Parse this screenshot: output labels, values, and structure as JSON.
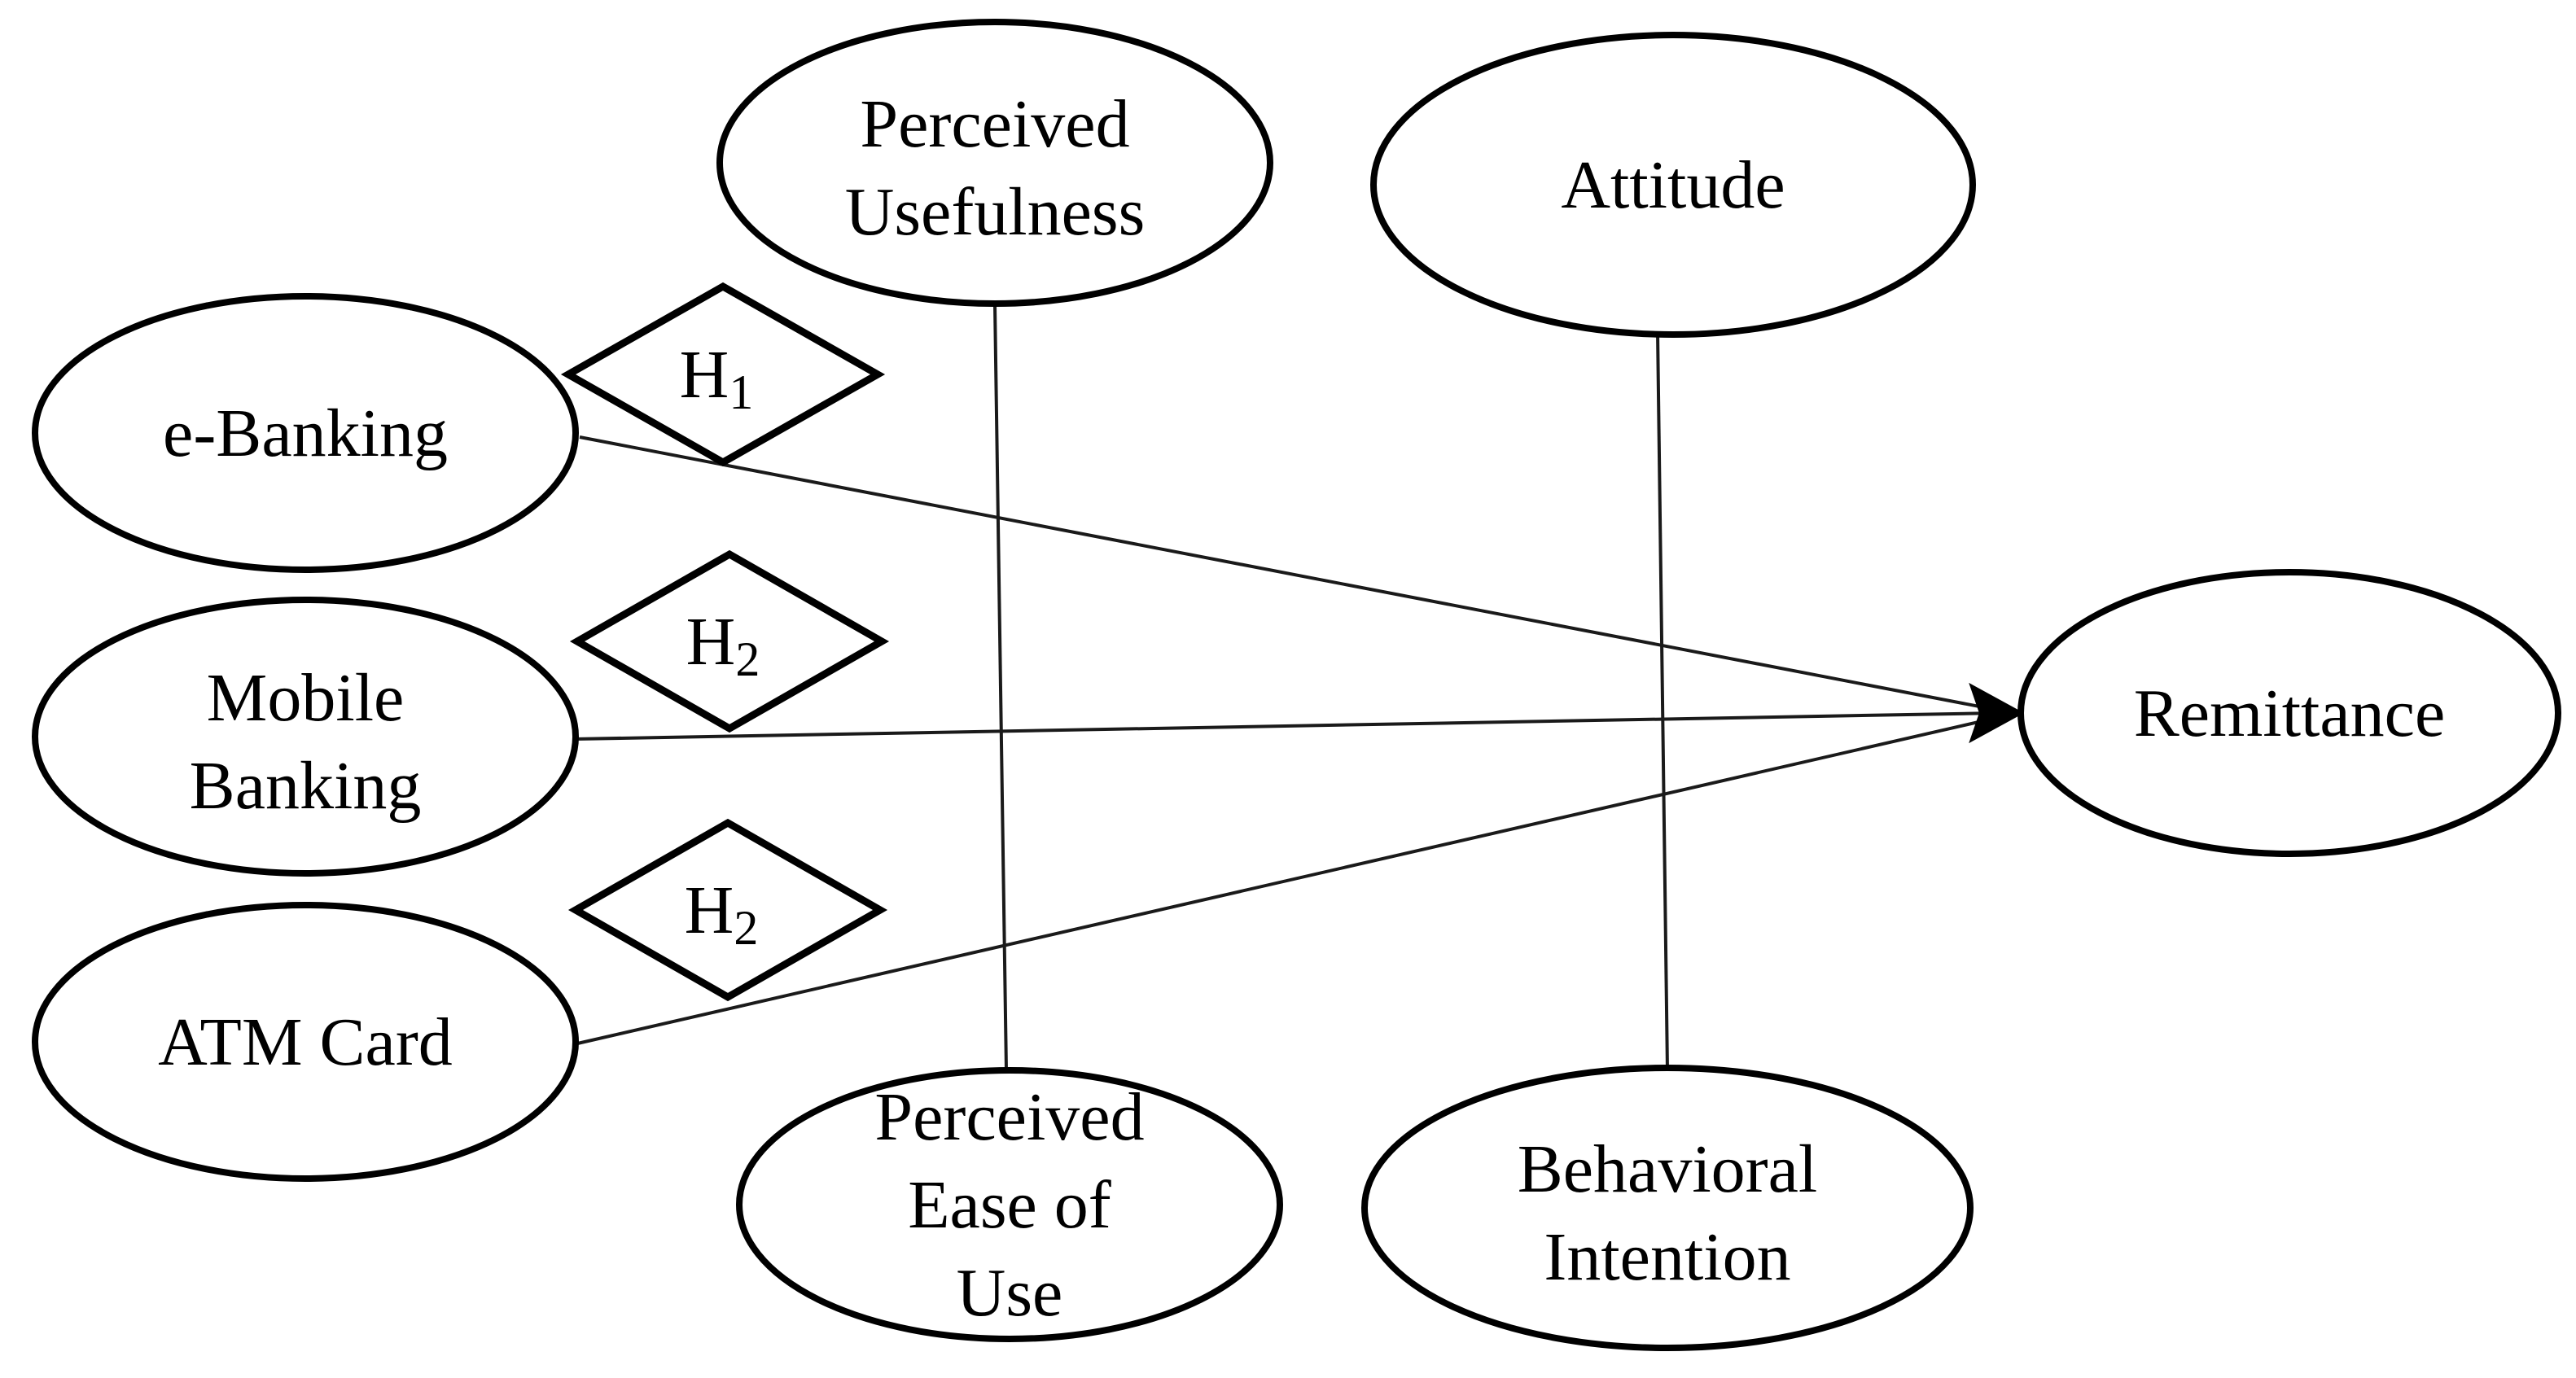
{
  "figure": {
    "description": "Conceptual research model diagram linking banking channels to Remittance with hypothesis diamonds",
    "background": "#ffffff",
    "ink": "#000000"
  },
  "nodes": {
    "perceived_usefulness": {
      "lines": [
        "Perceived",
        "Usefulness"
      ]
    },
    "attitude": {
      "lines": [
        "Attitude"
      ]
    },
    "e_banking": {
      "lines": [
        "e-Banking"
      ]
    },
    "mobile_banking": {
      "lines": [
        "Mobile",
        "Banking"
      ]
    },
    "atm_card": {
      "lines": [
        "ATM Card"
      ]
    },
    "remittance": {
      "lines": [
        "Remittance"
      ]
    },
    "perceived_ease_of_use": {
      "lines": [
        "Perceived",
        "Ease of",
        "Use"
      ]
    },
    "behavioral_intention": {
      "lines": [
        "Behavioral",
        "Intention"
      ]
    }
  },
  "hypotheses": {
    "h1": {
      "base": "H",
      "sub": "1"
    },
    "h2_top": {
      "base": "H",
      "sub": "2"
    },
    "h2_bottom": {
      "base": "H",
      "sub": "2"
    }
  },
  "edges": [
    {
      "from": "e-Banking",
      "to": "Remittance",
      "label": "H1",
      "arrowhead": true
    },
    {
      "from": "Mobile Banking",
      "to": "Remittance",
      "label": "H2",
      "arrowhead": true
    },
    {
      "from": "ATM Card",
      "to": "Remittance",
      "label": "H2",
      "arrowhead": true
    },
    {
      "from": "Perceived Usefulness",
      "to": "Perceived Ease of Use",
      "label": "",
      "arrowhead": false
    },
    {
      "from": "Attitude",
      "to": "Behavioral Intention",
      "label": "",
      "arrowhead": false
    }
  ]
}
